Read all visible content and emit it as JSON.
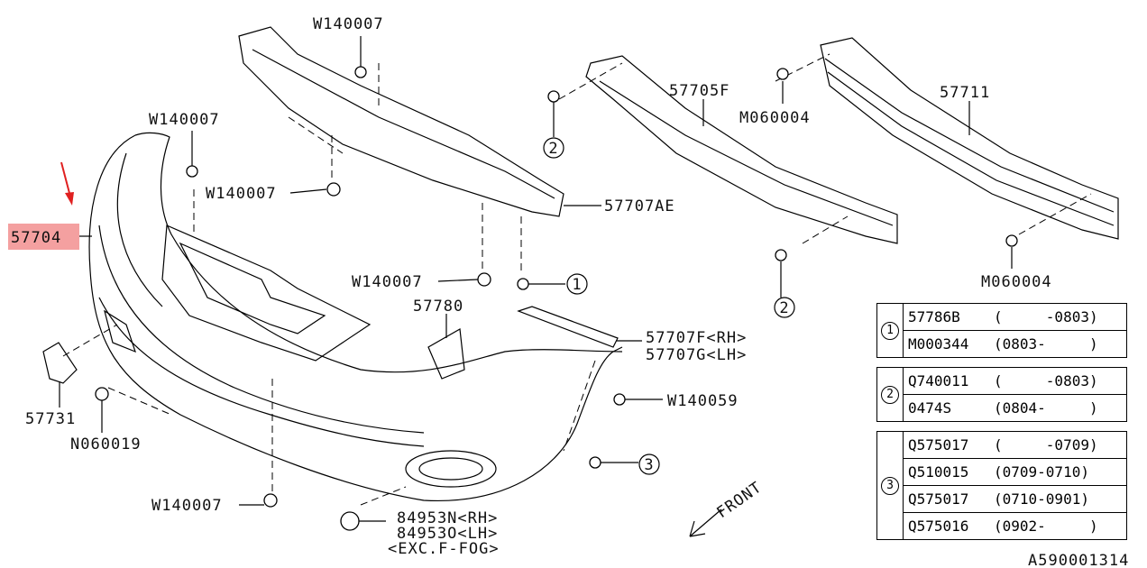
{
  "labels": {
    "w140007_top": "W140007",
    "w140007_left": "W140007",
    "w140007_mid": "W140007",
    "w140007_center": "W140007",
    "w140007_bottom": "W140007",
    "p57704": "57704",
    "p57707ae": "57707AE",
    "p57705f": "57705F",
    "m060004_top": "M060004",
    "p57711": "57711",
    "m060004_bottom": "M060004",
    "p57780": "57780",
    "p57707f": "57707F<RH>",
    "p57707g": "57707G<LH>",
    "w140059": "W140059",
    "p57731": "57731",
    "n060019": "N060019",
    "p84953n": "84953N<RH>",
    "p84953o": "84953O<LH>",
    "exc_fog": "<EXC.F-FOG>",
    "front": "FRONT",
    "ref_1": "1",
    "ref_2a": "2",
    "ref_2b": "2",
    "ref_3": "3",
    "diagram_id": "A590001314"
  },
  "highlight_color": "#f4a0a0",
  "arrow_color": "#e02020",
  "tables": [
    {
      "ref": "1",
      "rows": [
        {
          "part": "57786B",
          "range": "(     -0803)"
        },
        {
          "part": "M000344",
          "range": "(0803-     )"
        }
      ]
    },
    {
      "ref": "2",
      "rows": [
        {
          "part": "Q740011",
          "range": "(     -0803)"
        },
        {
          "part": "0474S",
          "range": "(0804-     )"
        }
      ]
    },
    {
      "ref": "3",
      "rows": [
        {
          "part": "Q575017",
          "range": "(     -0709)"
        },
        {
          "part": "Q510015",
          "range": "(0709-0710)"
        },
        {
          "part": "Q575017",
          "range": "(0710-0901)"
        },
        {
          "part": "Q575016",
          "range": "(0902-     )"
        }
      ]
    }
  ]
}
